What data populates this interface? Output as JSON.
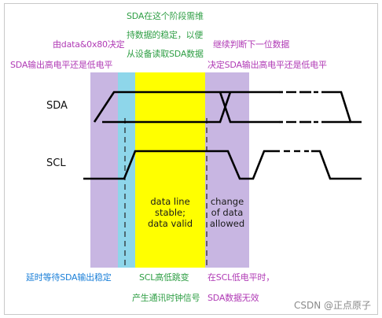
{
  "annotations": {
    "top_left_1": "由data&0x80决定",
    "top_left_2": "SDA输出高电平还是低电平",
    "top_mid_1": "SDA在这个阶段需维",
    "top_mid_2": "持数据的稳定，以便",
    "top_mid_3": "从设备读取SDA数据",
    "top_right_1": "继续判断下一位数据",
    "top_right_2": "决定SDA输出高电平还是低电平",
    "bottom_left": "延时等待SDA输出稳定",
    "bottom_mid_1": "SCL高低跳变",
    "bottom_mid_2": "产生通讯时钟信号",
    "bottom_right_1": "在SCL低电平时，",
    "bottom_right_2": "SDA数据无效"
  },
  "signals": {
    "sda": "SDA",
    "scl": "SCL"
  },
  "bands": {
    "stable_1": "data line",
    "stable_2": "stable;",
    "stable_3": "data valid",
    "change_1": "change",
    "change_2": "of data",
    "change_3": "allowed"
  },
  "watermark": "CSDN @正点原子",
  "colors": {
    "purple_band": "#c8b6e2",
    "cyan_band": "#8ed6ea",
    "yellow_band": "#ffff00",
    "purple_text": "#b03ab5",
    "green_text": "#2e9e44",
    "blue_text": "#1a7fd8"
  }
}
